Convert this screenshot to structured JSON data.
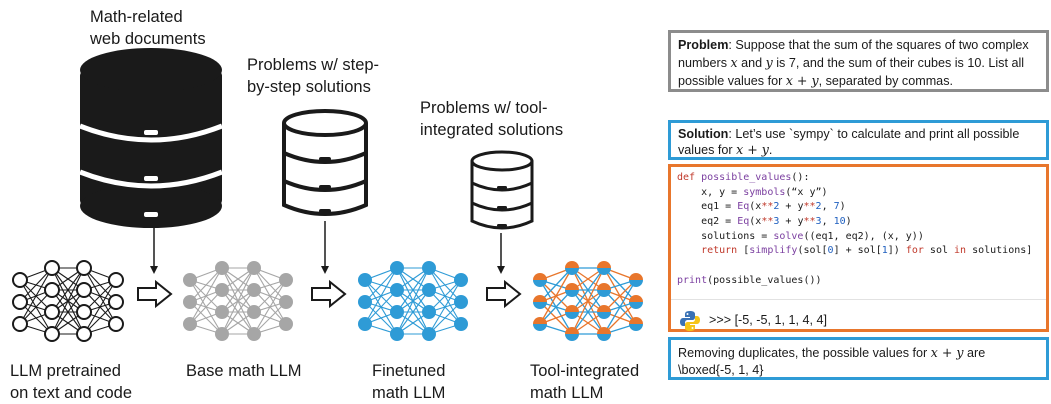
{
  "stages": {
    "web_docs": "Math-related\nweb documents",
    "step_solutions": "Problems w/ step-\nby-step solutions",
    "tool_solutions": "Problems w/ tool-\nintegrated solutions"
  },
  "models": {
    "pretrained": "LLM  pretrained\non text and code",
    "base": "Base math LLM",
    "finetuned": "Finetuned\nmath LLM",
    "tool_integrated": "Tool-integrated\nmath LLM"
  },
  "colors": {
    "black": "#1a1a1a",
    "gray": "#a6a6a6",
    "blue": "#2e9bd6",
    "orange": "#e8762c",
    "problem_border": "#8c8c8c"
  },
  "icons": [
    "database-icon",
    "neural-network-icon",
    "hollow-arrow-icon",
    "python-logo-icon"
  ],
  "example": {
    "problem_label": "Problem",
    "problem_text_1": ": Suppose that the sum of the squares of two complex numbers ",
    "var_x": "x",
    "and_word": " and ",
    "var_y": "y",
    "problem_text_2": " is 7, and the sum of their cubes is 10. List all possible values for ",
    "x_plus_y": "x + y",
    "problem_text_3": ", separated by commas.",
    "solution_label": "Solution",
    "solution_text_1": ": Let’s use `sympy` to calculate and print all possible values for ",
    "solution_text_2": ".",
    "code": {
      "l1_kw": "def",
      "l1_fn": "possible_values",
      "l1_rest": "():",
      "l2_a": "    x, y = ",
      "l2_fn": "symbols",
      "l2_b": "(“x y”)",
      "l3_a": "    eq1 = ",
      "l3_fn": "Eq",
      "l3_b": "(x",
      "l3_op1": "**",
      "l3_n1": "2",
      "l3_c": " + y",
      "l3_op2": "**",
      "l3_n2": "2",
      "l3_d": ", ",
      "l3_n3": "7",
      "l3_e": ")",
      "l4_a": "    eq2 = ",
      "l4_fn": "Eq",
      "l4_b": "(x",
      "l4_op1": "**",
      "l4_n1": "3",
      "l4_c": " + y",
      "l4_op2": "**",
      "l4_n2": "3",
      "l4_d": ", ",
      "l4_n3": "10",
      "l4_e": ")",
      "l5_a": "    solutions = ",
      "l5_fn": "solve",
      "l5_b": "((eq1, eq2), (x, y))",
      "l6_kw": "    return",
      "l6_b": " [",
      "l6_fn": "simplify",
      "l6_c": "(sol[",
      "l6_n1": "0",
      "l6_d": "] + sol[",
      "l6_n2": "1",
      "l6_e": "]) ",
      "l6_kw2": "for",
      "l6_f": " sol ",
      "l6_kw3": "in",
      "l6_g": " solutions]",
      "l8_fn": "print",
      "l8_a": "(",
      "l8_fn2": "possible_values",
      "l8_b": "())"
    },
    "output": ">>> [-5, -5, 1, 1, 4, 4]",
    "answer_text_1": "Removing duplicates, the possible values for ",
    "answer_text_2": " are \\boxed{-5, 1, 4}"
  }
}
